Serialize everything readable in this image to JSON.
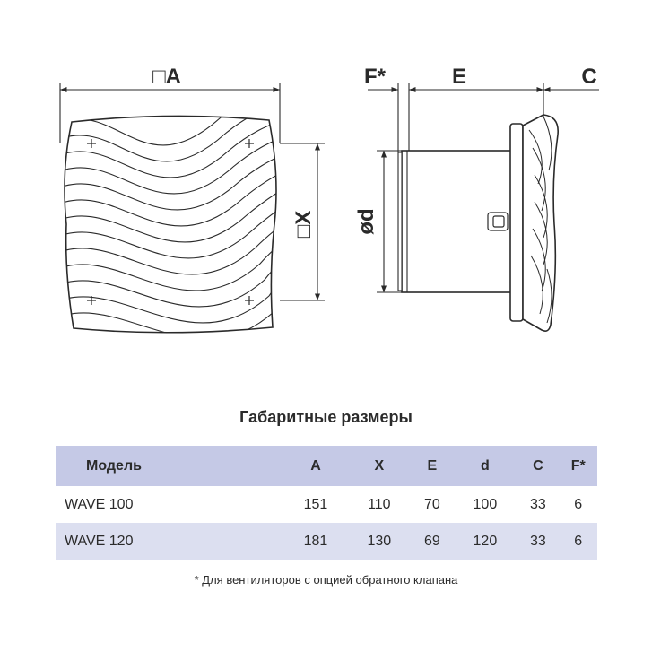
{
  "dimension_labels": {
    "front_width": "□A",
    "front_height": "□X",
    "side_f": "F*",
    "side_e": "E",
    "side_c": "C",
    "side_d": "ød"
  },
  "table": {
    "title": "Габаритные размеры",
    "headers": [
      "Модель",
      "A",
      "X",
      "E",
      "d",
      "C",
      "F*"
    ],
    "rows": [
      [
        "WAVE 100",
        "151",
        "110",
        "70",
        "100",
        "33",
        "6"
      ],
      [
        "WAVE 120",
        "181",
        "130",
        "69",
        "120",
        "33",
        "6"
      ]
    ]
  },
  "footnote": "* Для вентиляторов с опцией обратного клапана",
  "colors": {
    "header_bg": "#c5c9e6",
    "alt_row_bg": "#dcdff0",
    "line": "#2a2a2a"
  }
}
